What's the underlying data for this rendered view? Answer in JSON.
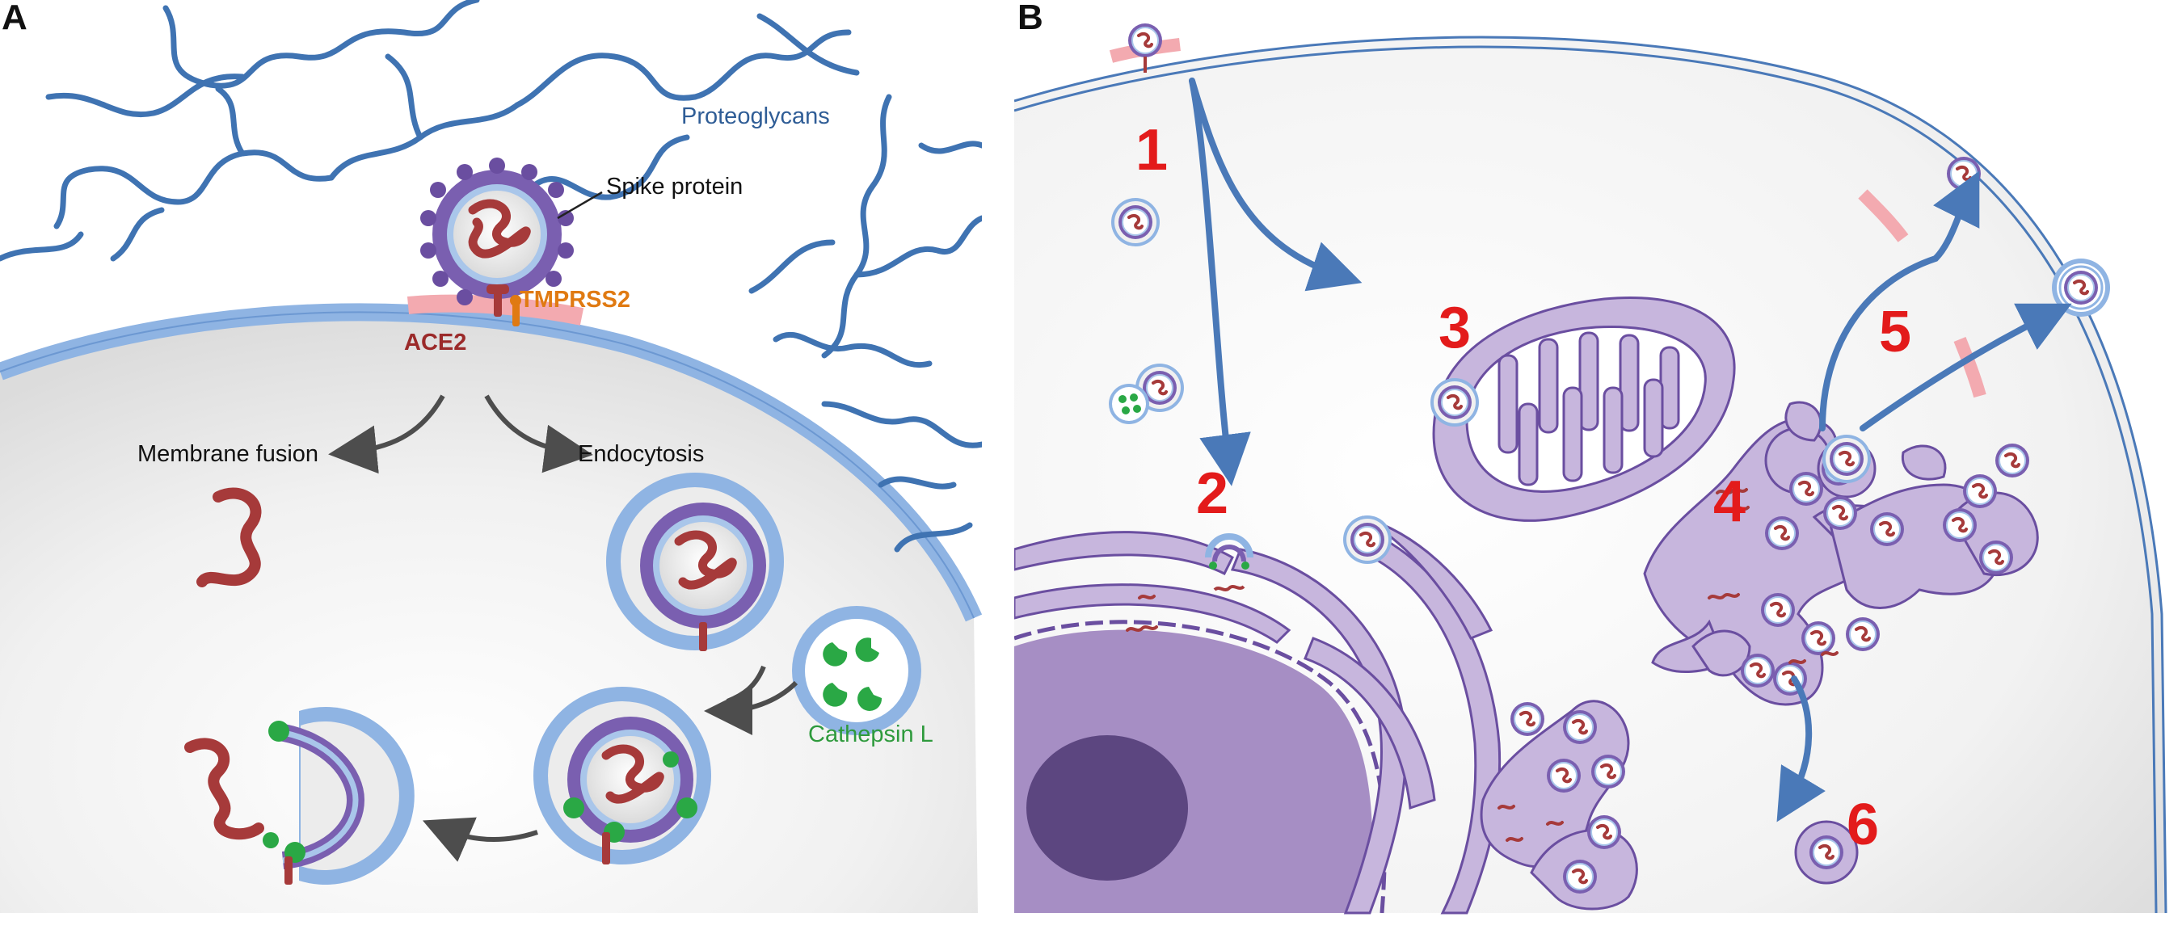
{
  "panels": {
    "a": {
      "letter": "A",
      "labels": {
        "proteoglycans": "Proteoglycans",
        "spike_protein": "Spike protein",
        "tmprss2": "TMPRSS2",
        "ace2": "ACE2",
        "membrane_fusion": "Membrane fusion",
        "endocytosis": "Endocytosis",
        "cathepsin_l": "Cathepsin L"
      }
    },
    "b": {
      "letter": "B",
      "steps": [
        "1",
        "2",
        "3",
        "4",
        "5",
        "6"
      ]
    }
  },
  "colors": {
    "membrane": "#8fb4e3",
    "proteoglycan": "#3f73b2",
    "arrow_blue": "#4a79b8",
    "virus_purple": "#6a4ea0",
    "rna": "#a63a3a",
    "ace2_zone": "#f3aab0",
    "tmprss2": "#e07a12",
    "cathepsin": "#2aa845",
    "organelle": "#c7b6dd",
    "nucleus": "#a68ec4",
    "nucleolus": "#5c4680",
    "step_red": "#e31b1b"
  }
}
